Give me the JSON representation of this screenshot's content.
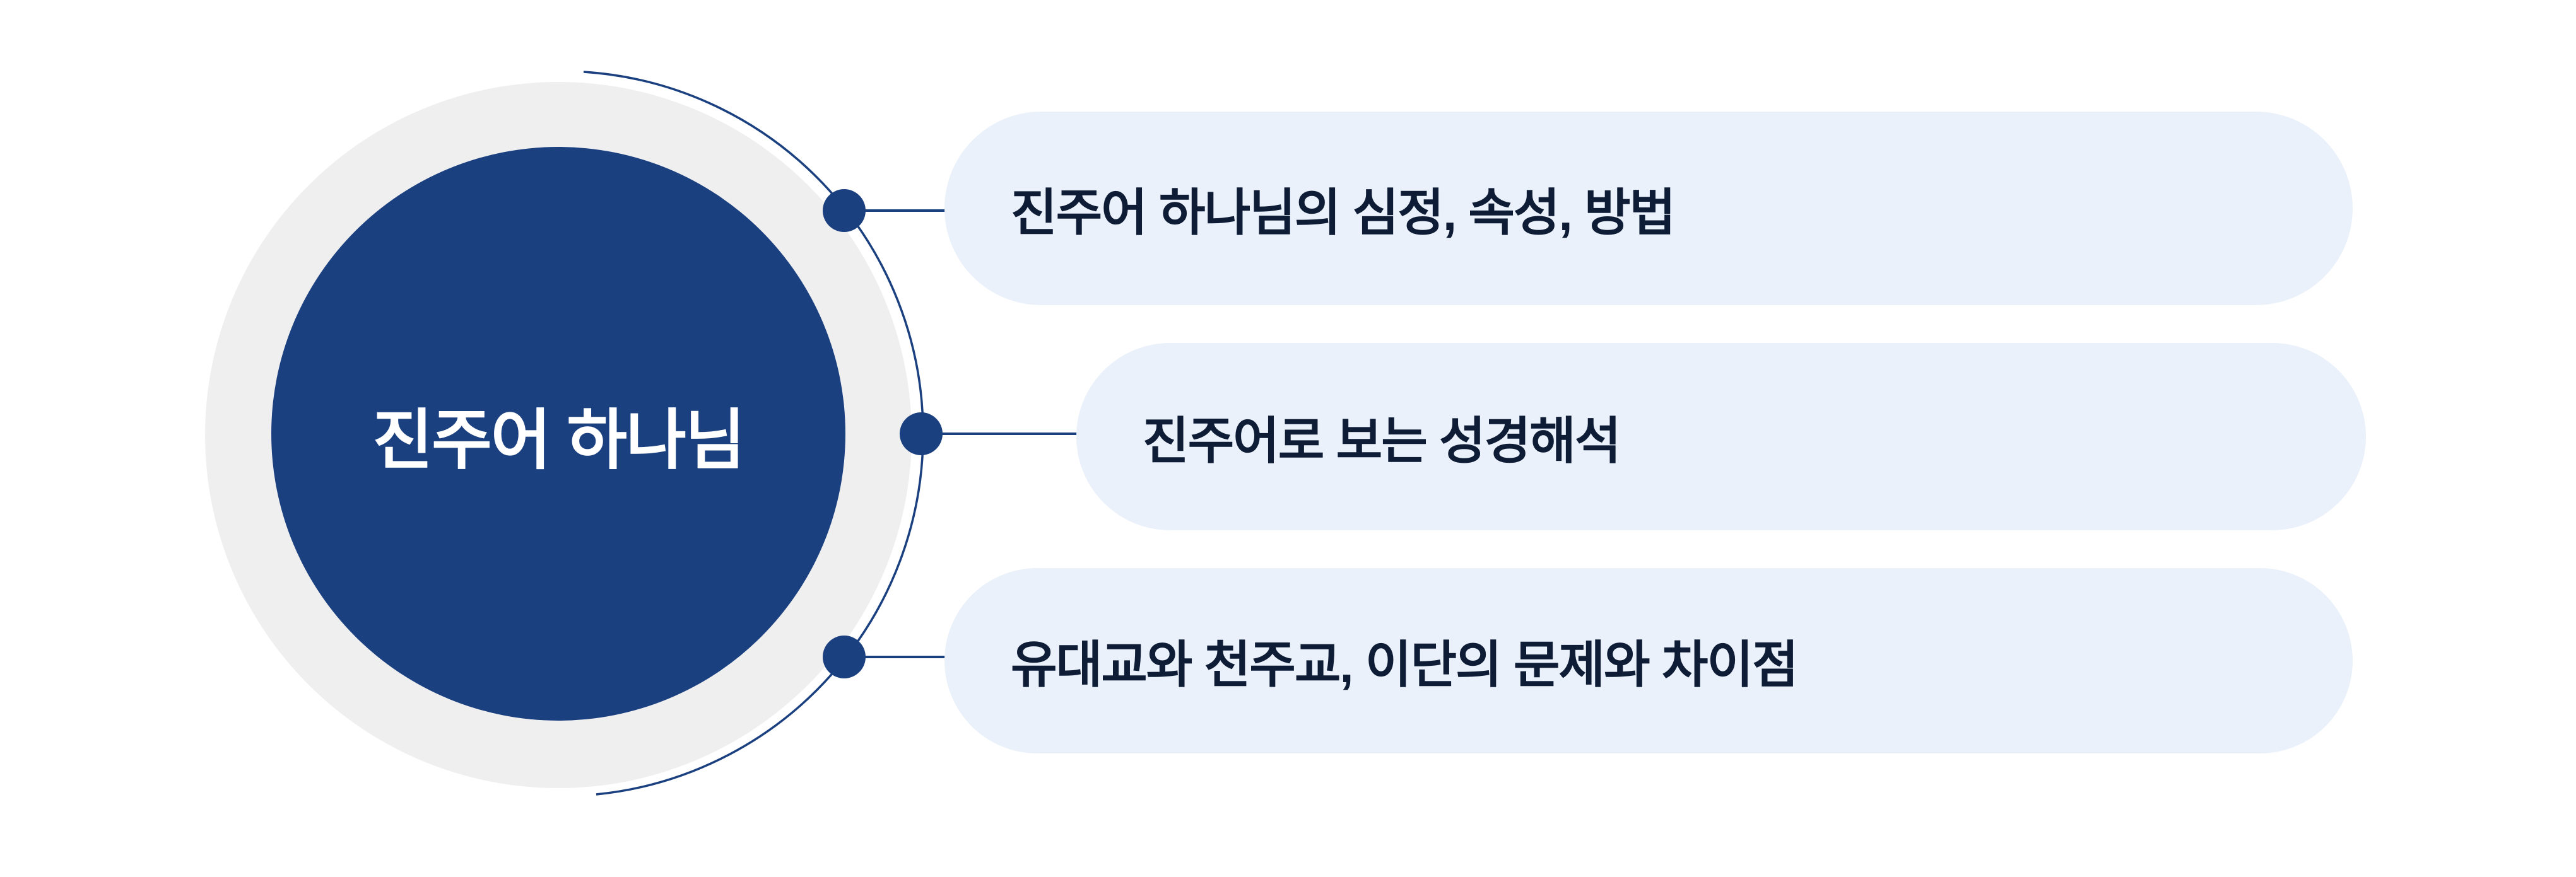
{
  "diagram": {
    "center": {
      "label": "진주어 하나님"
    },
    "items": [
      {
        "label": "진주어 하나님의 심정, 속성, 방법"
      },
      {
        "label": "진주어로 보는 성경해석"
      },
      {
        "label": "유대교와 천주교, 이단의 문제와 차이점"
      }
    ],
    "colors": {
      "circle": "#1b4080",
      "ring": "#efefef",
      "pill": "#eaf1fa",
      "connector": "#1b4080",
      "text": "#0e1c36",
      "center_text": "#ffffff"
    }
  }
}
